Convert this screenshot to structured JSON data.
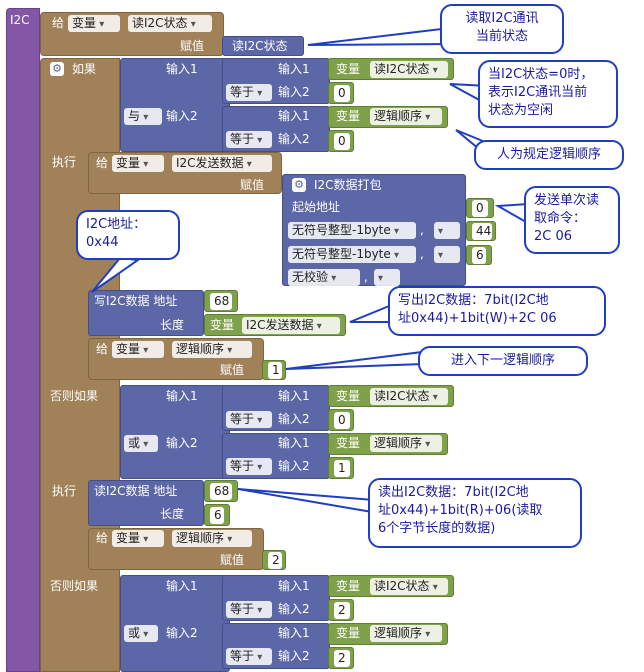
{
  "i2c_label": "I2C",
  "give": "给",
  "variable": "变量",
  "assign": "赋值",
  "if": "如果",
  "input1": "输入1",
  "input2": "输入2",
  "equals": "等于",
  "and": "与",
  "or": "或",
  "do": "执行",
  "else_if": "否则如果",
  "comma": ",",
  "var_read_state": "读I2C状态",
  "var_logic_order": "逻辑顺序",
  "var_send_data": "I2C发送数据",
  "read_i2c_state_value": "读I2C状态",
  "packet": {
    "title": "I2C数据打包",
    "start_addr_label": "起始地址",
    "start_addr": "0",
    "type1": "无符号整型-1byte",
    "val1": "44",
    "type2": "无符号整型-1byte",
    "val2": "6",
    "checksum": "无校验"
  },
  "write": {
    "addr_label": "写I2C数据 地址",
    "addr": "68",
    "len_label": "长度"
  },
  "read": {
    "addr_label": "读I2C数据 地址",
    "addr": "68",
    "len_label": "长度",
    "len": "6"
  },
  "values": {
    "zero": "0",
    "one": "1",
    "two": "2"
  },
  "callouts": {
    "c1": "读取I2C通讯\n当前状态",
    "c2": "当I2C状态=0时，\n表示I2C通讯当前\n状态为空闲",
    "c3": "人为规定逻辑顺序",
    "c4": "发送单次读\n取命令：\n2C 06",
    "c5": "I2C地址：\n0x44",
    "c6": "写出I2C数据：7bit(I2C地\n址0x44)+1bit(W)+2C 06",
    "c7": "进入下一逻辑顺序",
    "c8": "读出I2C数据：7bit(I2C地\n址0x44)+1bit(R)+06(读取\n6个字节长度的数据)"
  }
}
